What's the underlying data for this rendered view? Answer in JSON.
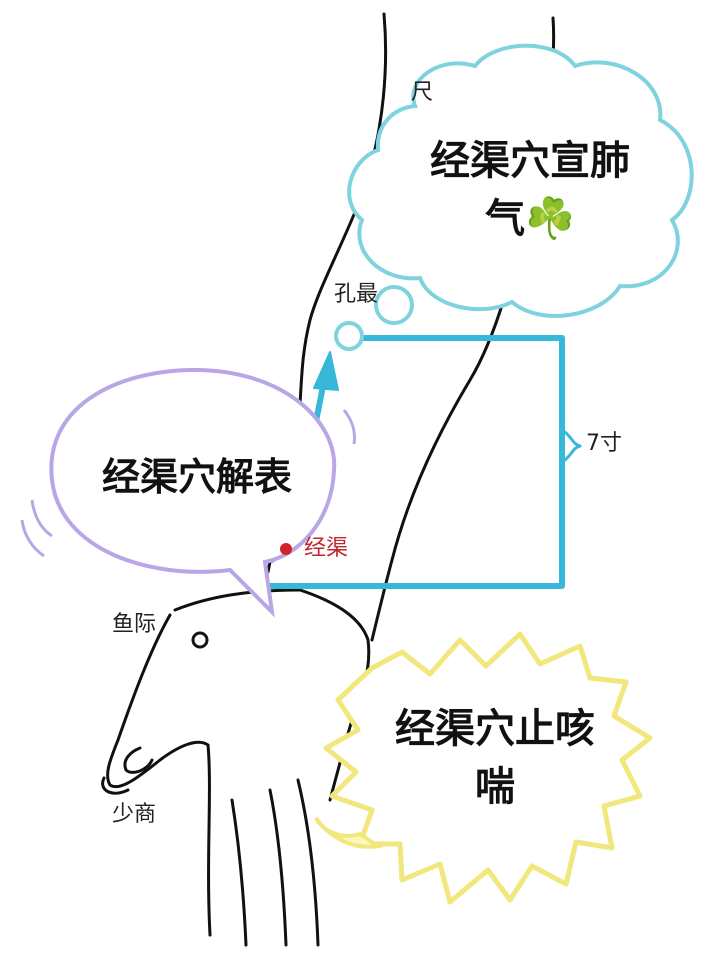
{
  "labels": {
    "top_cut": "尺",
    "kongzui": "孔最",
    "measure": "7寸",
    "jingqu": "经渠",
    "yuji": "鱼际",
    "shaoshang": "少商"
  },
  "bubbles": {
    "top_right": {
      "line1": "经渠穴宣肺",
      "line2": "气",
      "emoji": "☘️"
    },
    "left": {
      "text": "经渠穴解表"
    },
    "bottom_right": {
      "line1": "经渠穴止咳",
      "line2": "喘"
    }
  },
  "colors": {
    "meridian_line": "#37b8d8",
    "top_bubble_outline": "#7fd3df",
    "left_bubble_outline": "#b9a6e6",
    "bottom_bubble_outline": "#f1e77c",
    "acupoint_red": "#d1232a"
  }
}
